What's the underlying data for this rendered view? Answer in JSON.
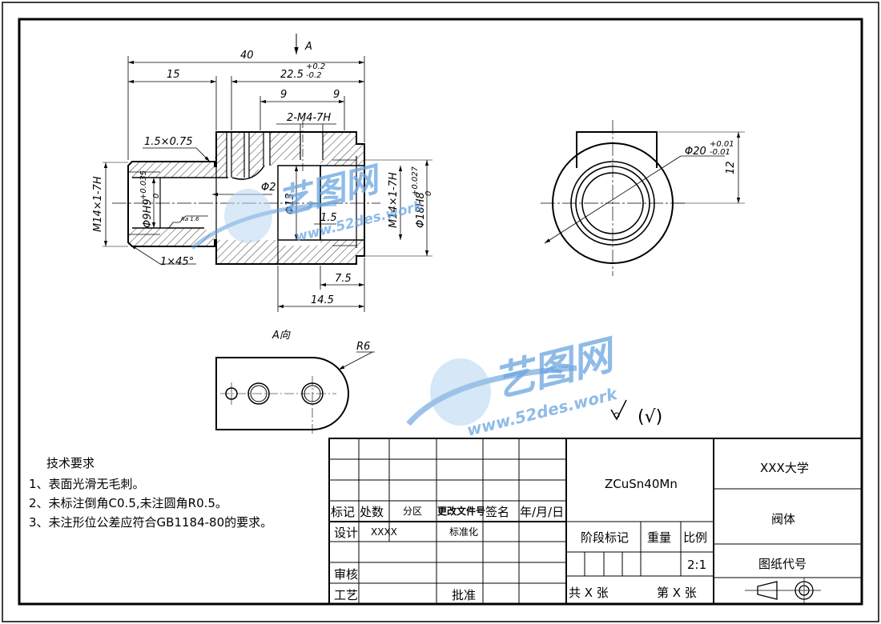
{
  "dimensions": {
    "d40": "40",
    "d15": "15",
    "d22_5": "22.5",
    "d22_5_tol_up": "+0.2",
    "d22_5_tol_dn": "-0.2",
    "d9a": "9",
    "d9b": "9",
    "thread_holes": "2-M4-7H",
    "chamfer_thread": "1.5×0.75",
    "m14_left": "M14×1-7H",
    "bore9": "Φ9H9",
    "bore9_tol_up": "+0.035",
    "bore9_tol_dn": "0",
    "phi2": "Φ2",
    "phi13": "Φ13",
    "d1_5": "1.5",
    "m14_right": "M14×1-7H",
    "phi18": "Φ18H8",
    "phi18_tol_up": "+0.027",
    "phi18_tol_dn": "0",
    "chamfer45": "1×45°",
    "d7_5": "7.5",
    "d14_5": "14.5",
    "ra": "Ra 1.6",
    "view_arrow": "A",
    "phi20": "Φ20",
    "phi20_tol_up": "+0.01",
    "phi20_tol_dn": "-0.01",
    "d12": "12",
    "view_a_label": "A向",
    "r6": "R6"
  },
  "surface_symbol": "(√)",
  "watermark": {
    "text_cn": "艺图网",
    "text_en": "www.52des.work"
  },
  "requirements": {
    "title": "技术要求",
    "items": [
      "1、表面光滑无毛刺。",
      "2、未标注倒角C0.5,未注圆角R0.5。",
      "3、未注形位公差应符合GB1184-80的要求。"
    ]
  },
  "title_block": {
    "mark": "标记",
    "count": "处数",
    "zone": "分区",
    "change_doc": "更改文件号",
    "signature": "签名",
    "date": "年/月/日",
    "design": "设计",
    "designer": "XXXX",
    "standard": "标准化",
    "review": "审核",
    "process": "工艺",
    "approve": "批准",
    "material": "ZCuSn40Mn",
    "stage_mark": "阶段标记",
    "weight": "重量",
    "scale_label": "比例",
    "scale": "2:1",
    "total_sheets": "共 X 张",
    "sheet_no": "第 X 张",
    "school": "XXX大学",
    "part_name": "阀体",
    "drawing_no": "图纸代号"
  }
}
